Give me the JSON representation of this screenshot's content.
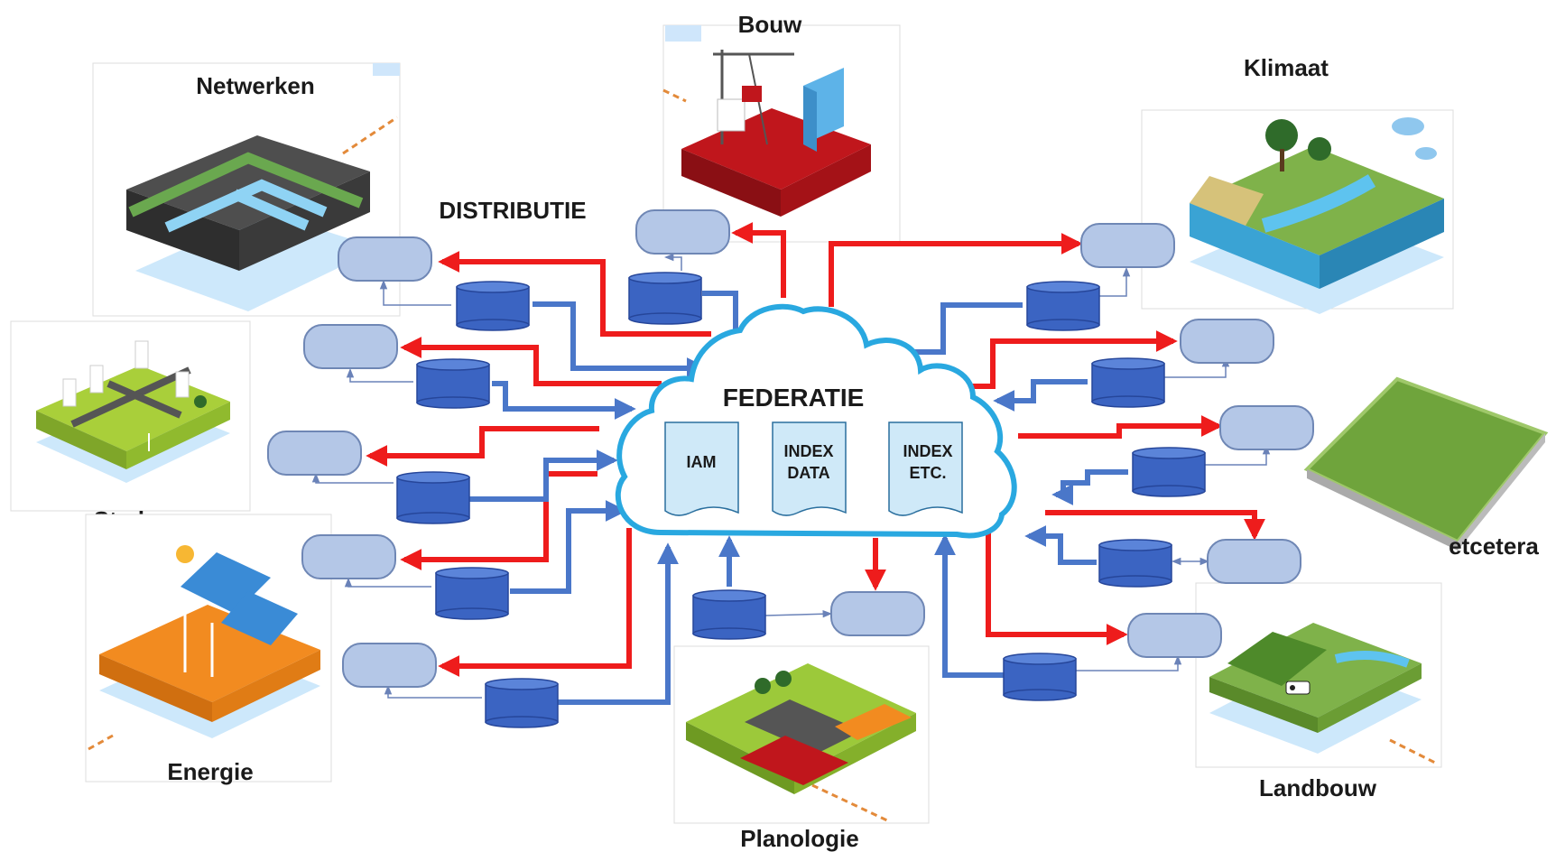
{
  "domains": {
    "netwerken": "Netwerken",
    "bouw": "Bouw",
    "klimaat": "Klimaat",
    "steden": "Steden",
    "energie": "Energie",
    "planologie": "Planologie",
    "landbouw": "Landbouw",
    "etcetera": "etcetera"
  },
  "distributie_label": "DISTRIBUTIE",
  "federatie": {
    "title": "FEDERATIE",
    "docs": [
      "IAM",
      "INDEX\nDATA",
      "INDEX\nETC."
    ]
  },
  "colors": {
    "red_arrow": "#ee1c1c",
    "blue_arrow": "#4a77c9",
    "database": "#3b64c2",
    "node_fill": "#b4c7e7",
    "node_stroke": "#6f87b5",
    "cloud_stroke": "#29a8e0",
    "doc_fill": "#cfe9f8"
  }
}
